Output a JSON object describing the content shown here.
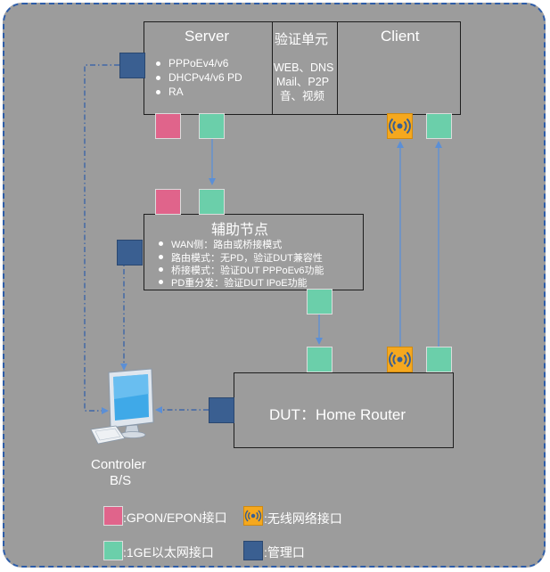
{
  "server": {
    "title": "Server",
    "items": [
      "PPPoEv4/v6",
      "DHCPv4/v6 PD",
      "RA"
    ]
  },
  "verify": {
    "title": "验证单元",
    "lines": [
      "WEB、DNS",
      "Mail、P2P",
      "音、视频"
    ]
  },
  "client": {
    "title": "Client"
  },
  "aux": {
    "title": "辅助节点",
    "items": [
      "WAN侧：路由或桥接模式",
      "路由模式：无PD，验证DUT兼容性",
      "桥接模式：验证DUT  PPPoEv6功能",
      "PD重分发：验证DUT  IPoE功能"
    ]
  },
  "dut": {
    "title": "DUT：Home Router"
  },
  "controller": {
    "lines": [
      "Controler",
      "B/S"
    ]
  },
  "legend": {
    "gpon": ":GPON/EPON接口",
    "wifi": ":无线网络接口",
    "eth": ":1GE以太网接口",
    "mgmt": ":管理口"
  },
  "colors": {
    "eth": "#6bcfaa",
    "gpon": "#e0648b",
    "mgmt": "#3a5f91",
    "wifi": "#f5a81e",
    "line": "#5b8fd6"
  }
}
